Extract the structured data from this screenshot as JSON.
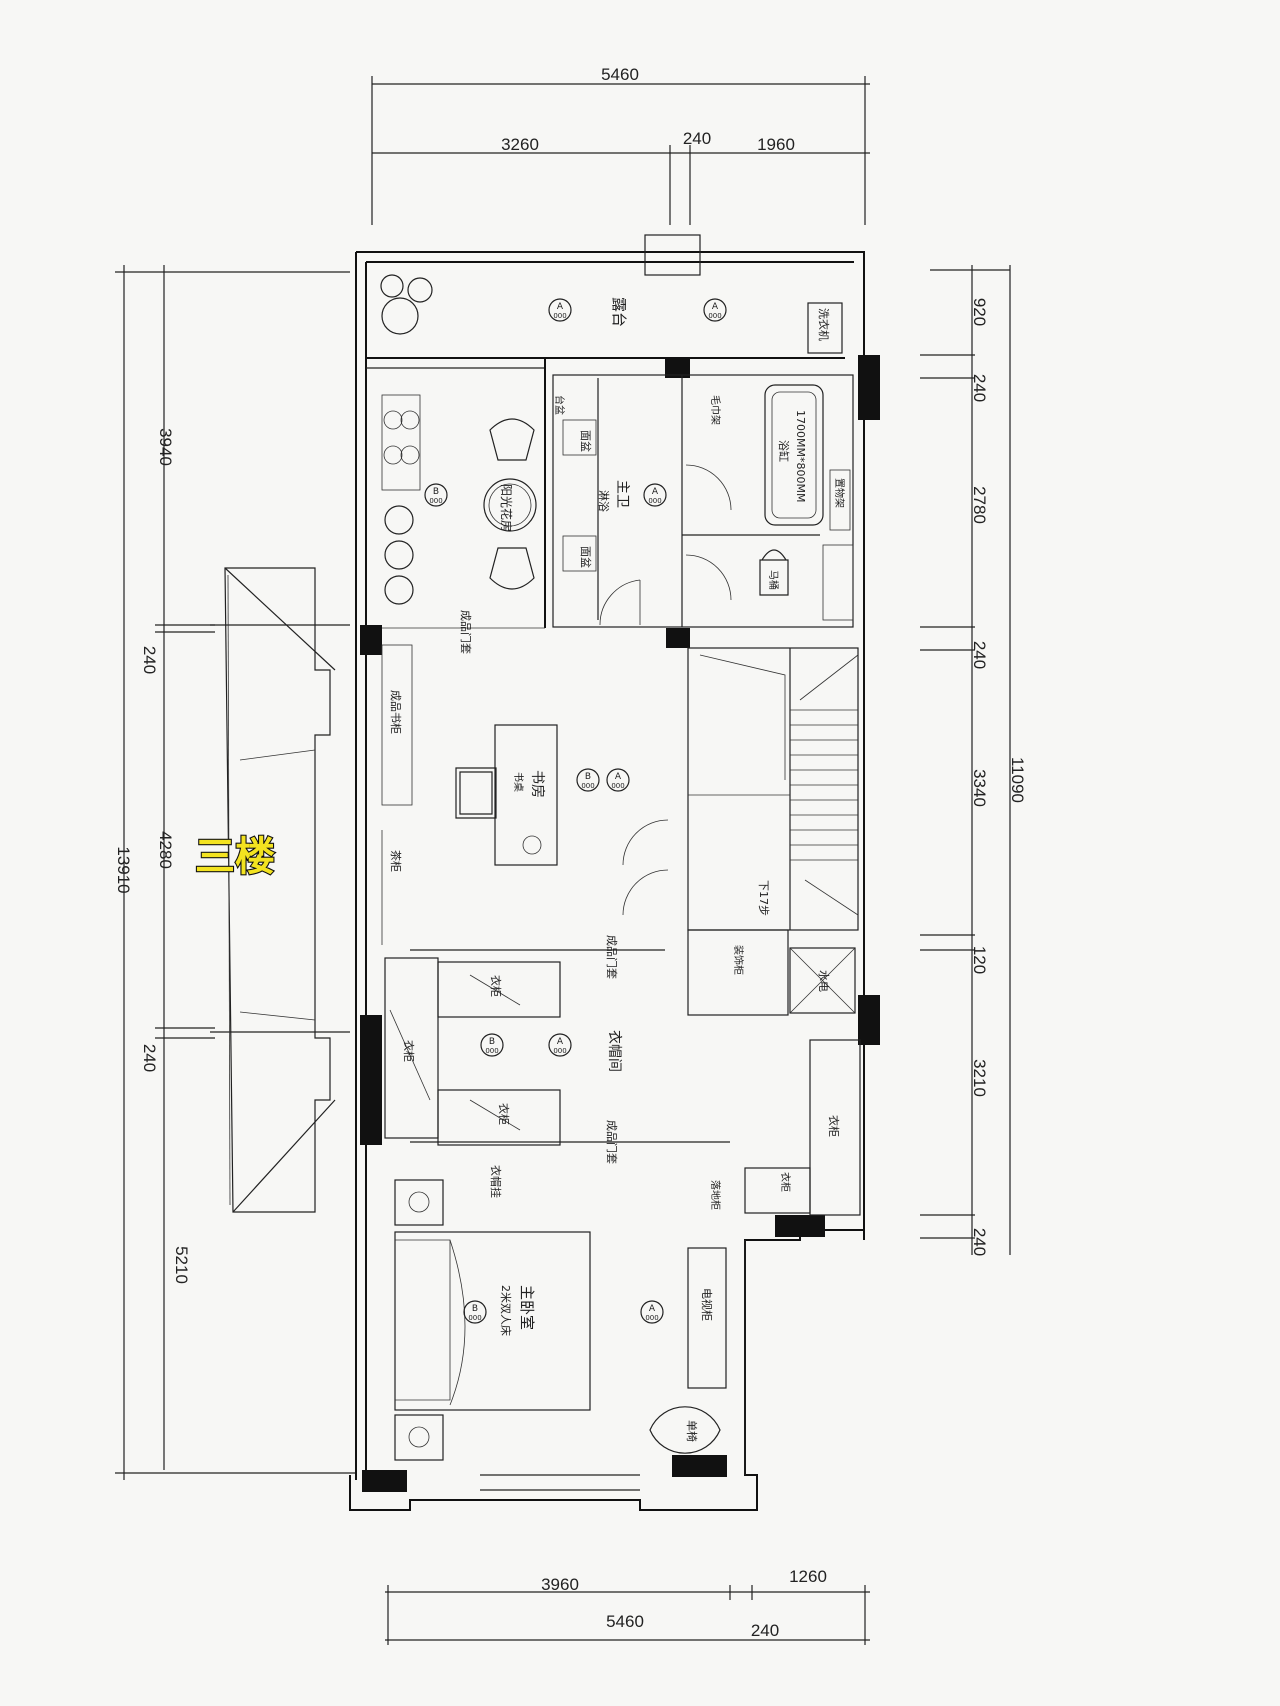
{
  "floor_title": "三楼",
  "dimensions": {
    "top_total": "5460",
    "top_left": "3260",
    "top_mid": "240",
    "top_right": "1960",
    "left_total": "13910",
    "left_1": "3940",
    "left_2": "240",
    "left_3": "4280",
    "left_4": "240",
    "left_5": "5210",
    "right_total": "11090",
    "right_1": "920",
    "right_2": "240",
    "right_3": "2780",
    "right_4": "240",
    "right_5": "3340",
    "right_6": "120",
    "right_7": "3210",
    "right_8": "240",
    "bottom_left": "3960",
    "bottom_mid": "240",
    "bottom_right": "1260",
    "bottom_total": "5460"
  },
  "rooms": {
    "terrace": "露台",
    "washer": "洗衣机",
    "sunroom": "阳光花房",
    "master_bath": "主卫",
    "vanity": "台盆",
    "basin": "面盆",
    "shower": "淋浴",
    "bathtub": "1700MM*800MM",
    "bathtub_label": "浴缸",
    "towel": "毛巾架",
    "toilet": "马桶",
    "storage": "置物架",
    "finished_door": "成品门套",
    "bookshelf": "成品书柜",
    "study": "书房",
    "desk": "书桌",
    "tea_cabinet": "茶柜",
    "stairs_down": "下17步",
    "deco_cabinet": "装饰柜",
    "water_elec": "水电",
    "wardrobe": "衣柜",
    "cloakroom": "衣帽间",
    "clothes_rail": "衣帽挂",
    "master_bedroom": "主卧室",
    "double_bed": "2米双人床",
    "tv_cabinet": "电视柜",
    "lounge_chair": "单椅",
    "floor_cabinet": "落地柜"
  },
  "elevation_mark": {
    "letter_a": "A",
    "letter_b": "B",
    "code": "000"
  }
}
